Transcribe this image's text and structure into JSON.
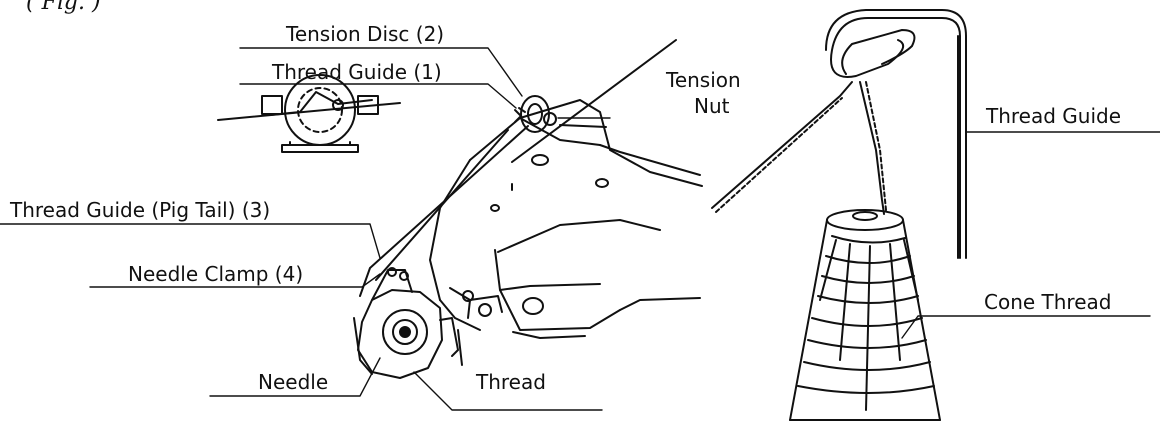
{
  "figure": {
    "cropped_caption": "( Fig. )"
  },
  "labels": {
    "tension_disc": "Tension Disc (2)",
    "thread_guide_1": "Thread Guide (1)",
    "tension_nut_line1": "Tension",
    "tension_nut_line2": "Nut",
    "thread_guide_pig_tail": "Thread Guide (Pig Tail) (3)",
    "needle_clamp": "Needle Clamp (4)",
    "needle": "Needle",
    "thread": "Thread",
    "thread_guide_stand": "Thread Guide",
    "cone_thread": "Cone Thread"
  }
}
